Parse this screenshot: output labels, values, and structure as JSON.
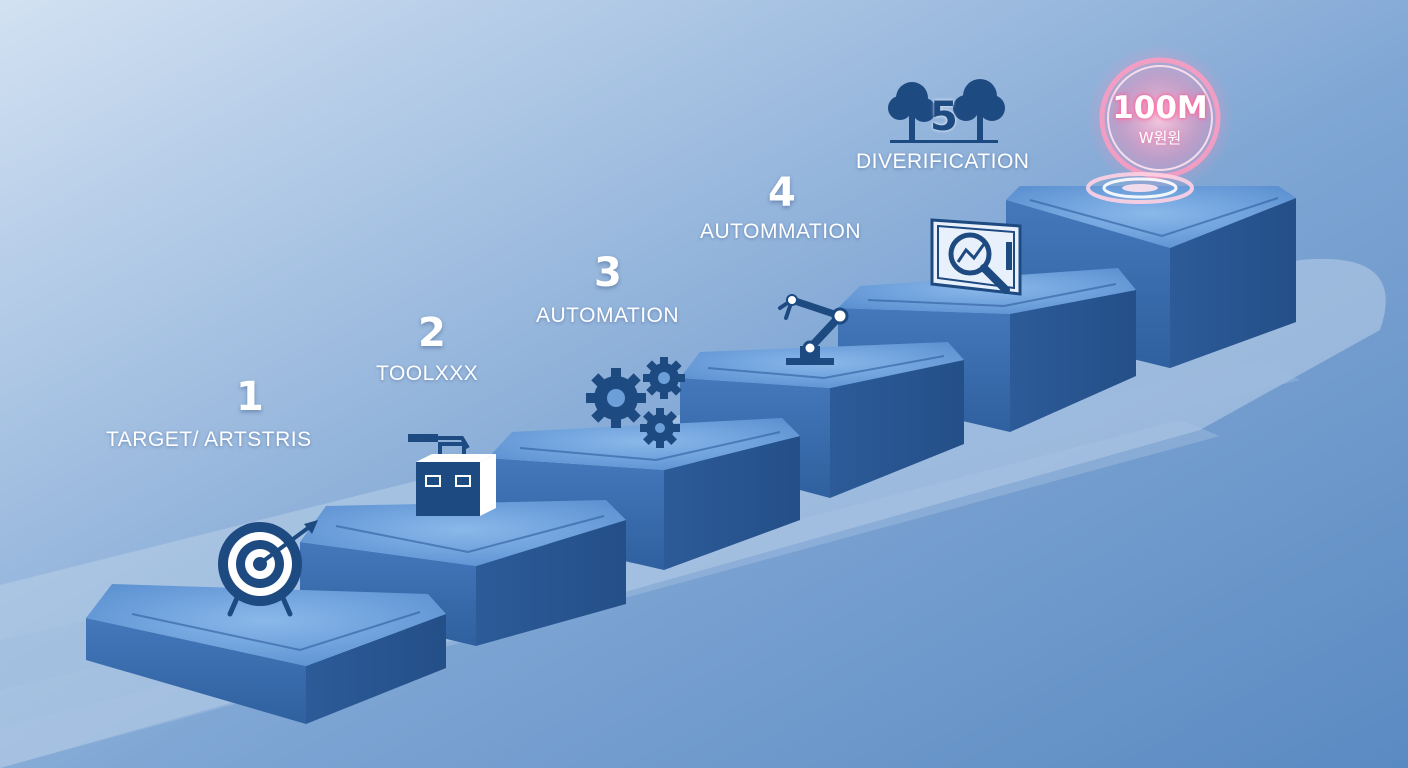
{
  "steps": [
    {
      "number": "1",
      "label": "TARGET/ ARTSTRIS",
      "icon": "target-icon"
    },
    {
      "number": "2",
      "label": "TOOLXXX",
      "icon": "toolbox-icon"
    },
    {
      "number": "3",
      "label": "AUTOMATION",
      "icon": "gears-icon"
    },
    {
      "number": "4",
      "label": "AUTOMMATION",
      "icon": "robot-arm-icon"
    },
    {
      "number": "5",
      "label": "DIVERIFICATION",
      "icon": "chart-magnifier-icon"
    }
  ],
  "goal": {
    "amount": "100M",
    "unit": "W원원",
    "icon": "glowing-goal-icon"
  },
  "colors": {
    "background_top": "#c7d8ee",
    "background_bottom": "#5f8ec4",
    "block_top": "#6c9fd8",
    "block_front": "#3b6fb2",
    "block_side": "#2e5d9c",
    "icon": "#1e4a82",
    "goal_glow": "#ff6fa6"
  }
}
